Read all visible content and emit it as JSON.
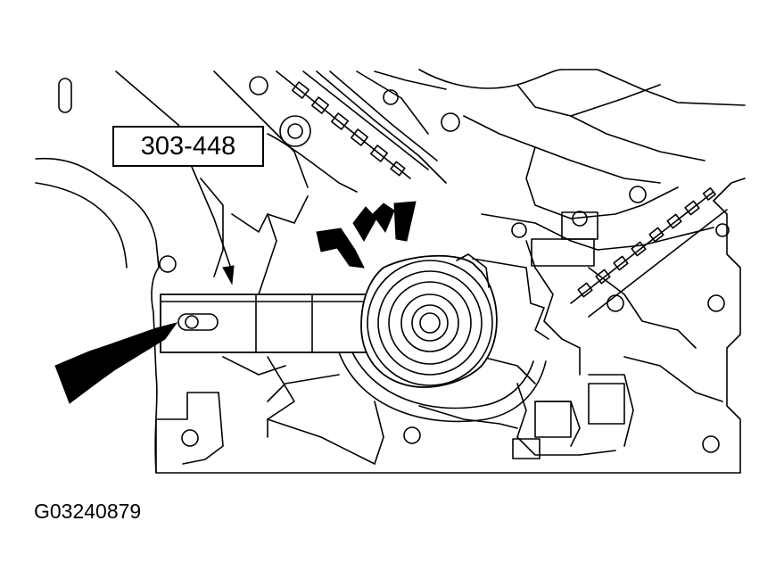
{
  "figure": {
    "tool_callout": "303-448",
    "figure_id": "G03240879"
  },
  "colors": {
    "line": "#000000",
    "background": "#ffffff"
  },
  "icons": [
    "arrow-icon",
    "engine-front-cover-illustration"
  ]
}
